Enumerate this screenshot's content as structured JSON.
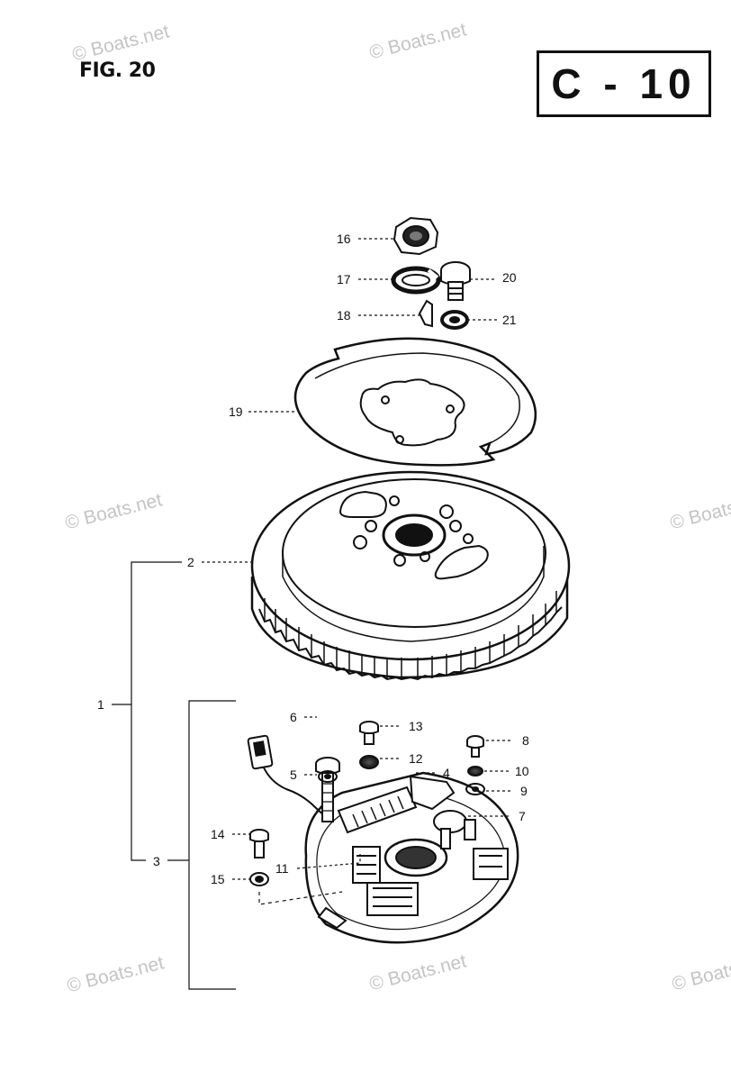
{
  "header": {
    "figure_label": "FIG. 20",
    "page_code": "C - 10"
  },
  "watermark": "© Boats.net",
  "callouts": [
    "1",
    "2",
    "3",
    "4",
    "5",
    "6",
    "7",
    "8",
    "9",
    "10",
    "11",
    "12",
    "13",
    "14",
    "15",
    "16",
    "17",
    "18",
    "19",
    "20",
    "21"
  ],
  "colors": {
    "ink": "#111111",
    "watermark": "#c4c4c4"
  }
}
